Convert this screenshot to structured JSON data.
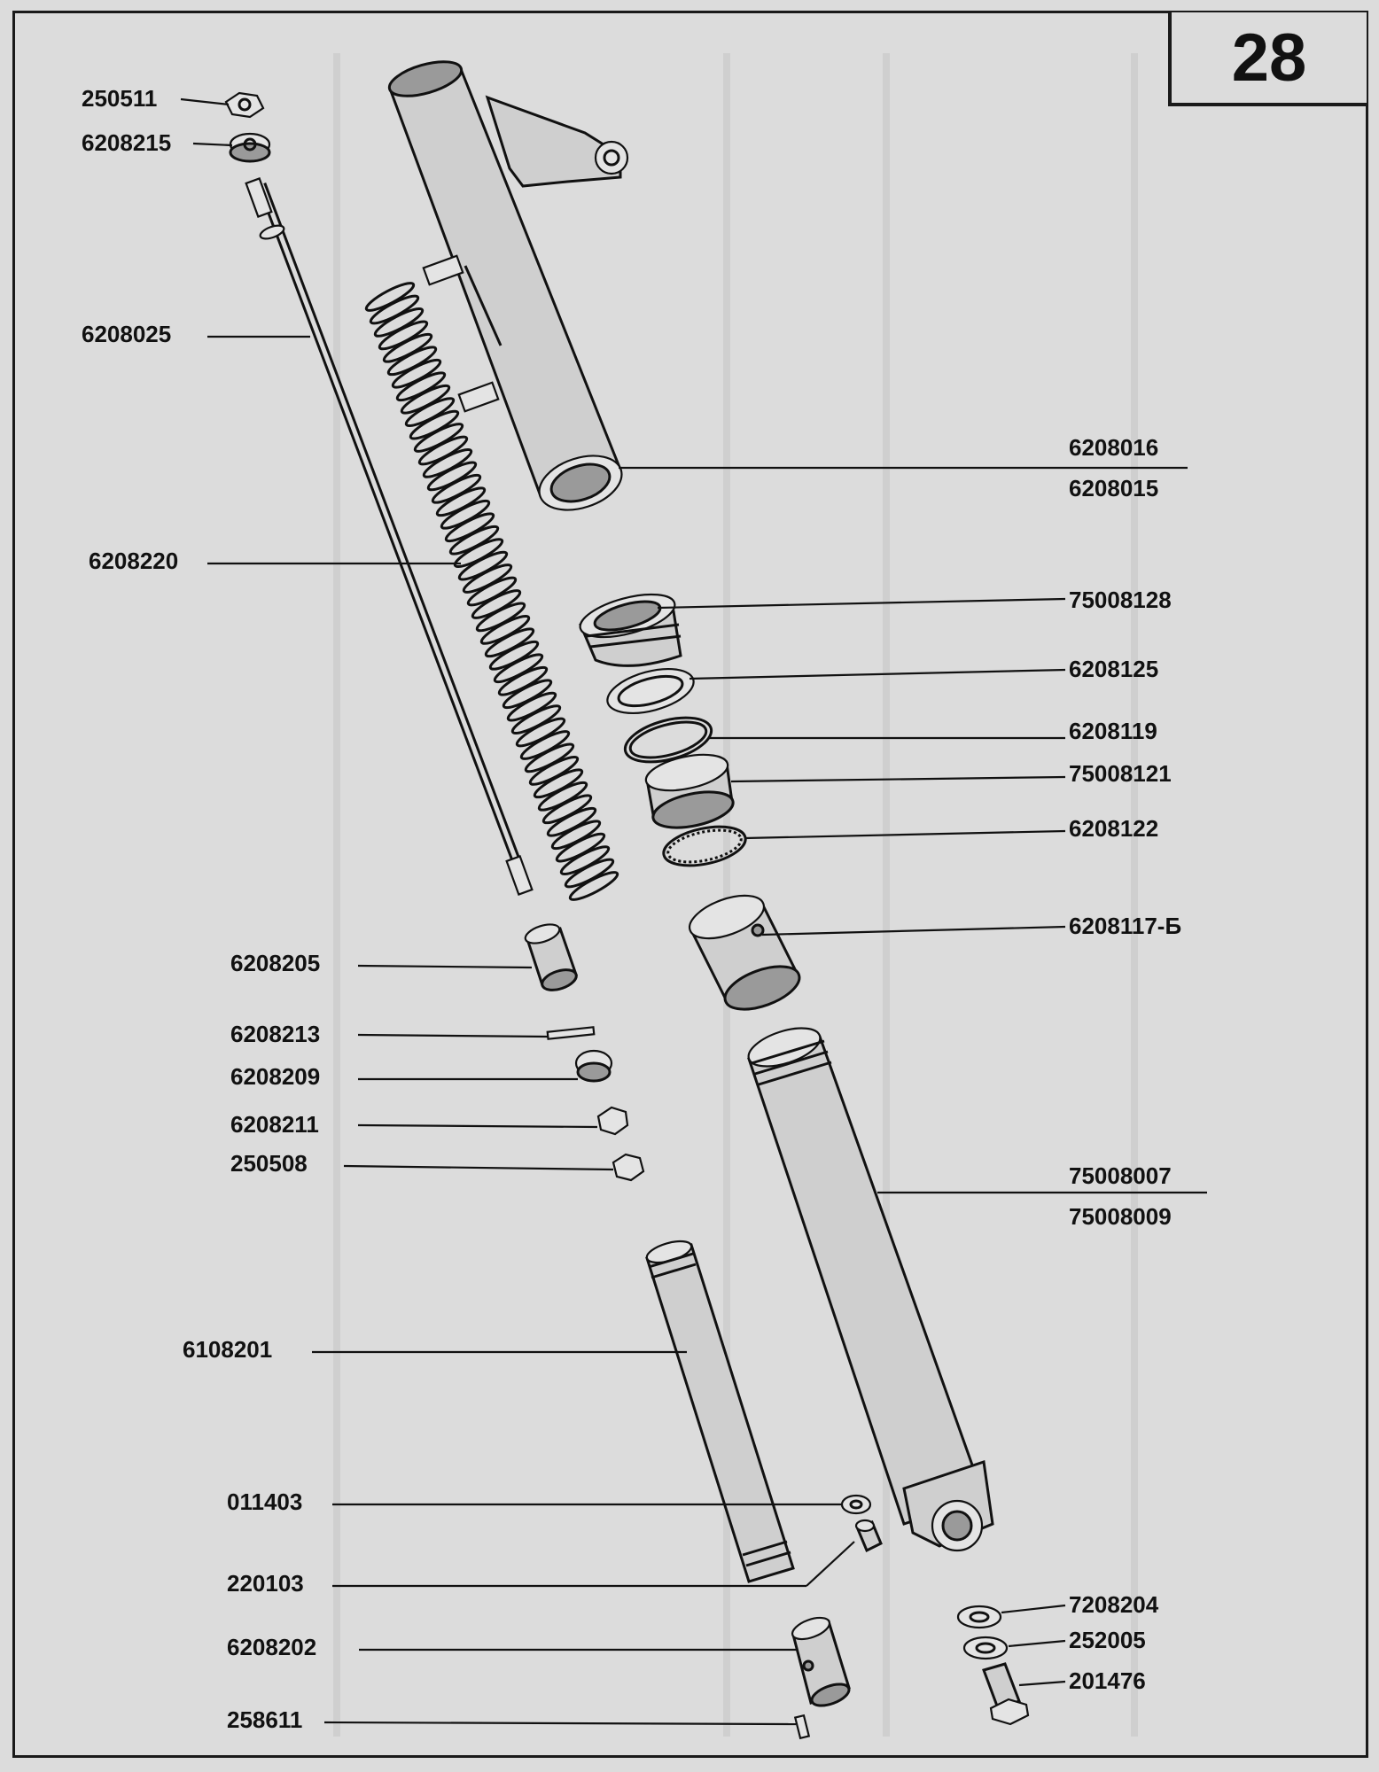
{
  "page_number": "28",
  "parts": {
    "p250511": "250511",
    "p6208215": "6208215",
    "p6208025": "6208025",
    "p6208016": "6208016",
    "p6208015": "6208015",
    "p6208220": "6208220",
    "p75008128": "75008128",
    "p6208125": "6208125",
    "p6208119": "6208119",
    "p75008121": "75008121",
    "p6208122": "6208122",
    "p6208117b": "6208117-Б",
    "p6208205": "6208205",
    "p6208213": "6208213",
    "p6208209": "6208209",
    "p6208211": "6208211",
    "p250508": "250508",
    "p75008007": "75008007",
    "p75008009": "75008009",
    "p6108201": "6108201",
    "p011403": "011403",
    "p220103": "220103",
    "p7208204": "7208204",
    "p252005": "252005",
    "p6208202": "6208202",
    "p201476": "201476",
    "p258611": "258611"
  }
}
